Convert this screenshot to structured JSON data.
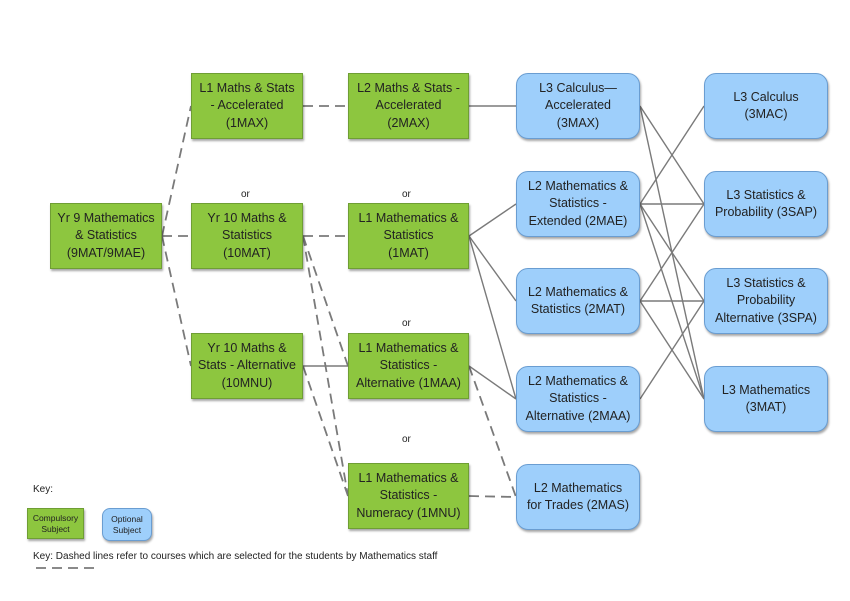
{
  "diagram": {
    "nodes": {
      "yr9": {
        "label": "Yr 9 Mathematics\n& Statistics\n(9MAT/9MAE)",
        "kind": "compulsory"
      },
      "l1_accel": {
        "label": "L1 Maths & Stats\n- Accelerated\n(1MAX)",
        "kind": "compulsory"
      },
      "yr10": {
        "label": "Yr 10 Maths &\nStatistics\n(10MAT)",
        "kind": "compulsory"
      },
      "yr10_alt": {
        "label": "Yr 10 Maths &\nStats - Alternative\n(10MNU)",
        "kind": "compulsory"
      },
      "l2_accel": {
        "label": "L2 Maths & Stats -\nAccelerated (2MAX)",
        "kind": "compulsory"
      },
      "l1_mat": {
        "label": "L1 Mathematics &\nStatistics\n(1MAT)",
        "kind": "compulsory"
      },
      "l1_maa": {
        "label": "L1 Mathematics &\nStatistics -\nAlternative (1MAA)",
        "kind": "compulsory"
      },
      "l1_mnu": {
        "label": "L1 Mathematics &\nStatistics -\nNumeracy (1MNU)",
        "kind": "compulsory"
      },
      "l3_calc_accel": {
        "label": "L3 Calculus—\nAccelerated\n(3MAX)",
        "kind": "optional"
      },
      "l2_mae": {
        "label": "L2 Mathematics &\nStatistics -\nExtended (2MAE)",
        "kind": "optional"
      },
      "l2_mat": {
        "label": "L2 Mathematics &\nStatistics (2MAT)",
        "kind": "optional"
      },
      "l2_maa": {
        "label": "L2 Mathematics &\nStatistics -\nAlternative (2MAA)",
        "kind": "optional"
      },
      "l2_mas": {
        "label": "L2 Mathematics\nfor Trades (2MAS)",
        "kind": "optional"
      },
      "l3_mac": {
        "label": "L3 Calculus\n(3MAC)",
        "kind": "optional"
      },
      "l3_sap": {
        "label": "L3 Statistics &\nProbability (3SAP)",
        "kind": "optional"
      },
      "l3_spa": {
        "label": "L3 Statistics &\nProbability\nAlternative (3SPA)",
        "kind": "optional"
      },
      "l3_mat": {
        "label": "L3 Mathematics\n(3MAT)",
        "kind": "optional"
      }
    },
    "or_labels": [
      "or",
      "or",
      "or",
      "or"
    ],
    "edges": [
      {
        "from": "yr9",
        "to": "l1_accel",
        "style": "dashed"
      },
      {
        "from": "yr9",
        "to": "yr10",
        "style": "dashed"
      },
      {
        "from": "yr9",
        "to": "yr10_alt",
        "style": "dashed"
      },
      {
        "from": "l1_accel",
        "to": "l2_accel",
        "style": "dashed"
      },
      {
        "from": "yr10",
        "to": "l1_mat",
        "style": "dashed"
      },
      {
        "from": "yr10",
        "to": "l1_maa",
        "style": "dashed"
      },
      {
        "from": "yr10",
        "to": "l1_mnu",
        "style": "dashed"
      },
      {
        "from": "yr10_alt",
        "to": "l1_maa",
        "style": "solid"
      },
      {
        "from": "yr10_alt",
        "to": "l1_mnu",
        "style": "dashed"
      },
      {
        "from": "l2_accel",
        "to": "l3_calc_accel",
        "style": "solid"
      },
      {
        "from": "l1_mat",
        "to": "l2_mae",
        "style": "solid"
      },
      {
        "from": "l1_mat",
        "to": "l2_mat",
        "style": "solid"
      },
      {
        "from": "l1_mat",
        "to": "l2_maa",
        "style": "solid"
      },
      {
        "from": "l1_maa",
        "to": "l2_maa",
        "style": "solid"
      },
      {
        "from": "l1_maa",
        "to": "l2_mas",
        "style": "dashed"
      },
      {
        "from": "l1_mnu",
        "to": "l2_mas",
        "style": "dashed"
      },
      {
        "from": "l3_calc_accel",
        "to": "l3_sap",
        "style": "solid"
      },
      {
        "from": "l3_calc_accel",
        "to": "l3_mat",
        "style": "solid"
      },
      {
        "from": "l2_mae",
        "to": "l3_mac",
        "style": "solid"
      },
      {
        "from": "l2_mae",
        "to": "l3_sap",
        "style": "solid"
      },
      {
        "from": "l2_mae",
        "to": "l3_spa",
        "style": "solid"
      },
      {
        "from": "l2_mae",
        "to": "l3_mat",
        "style": "solid"
      },
      {
        "from": "l2_mat",
        "to": "l3_sap",
        "style": "solid"
      },
      {
        "from": "l2_mat",
        "to": "l3_spa",
        "style": "solid"
      },
      {
        "from": "l2_mat",
        "to": "l3_mat",
        "style": "solid"
      },
      {
        "from": "l2_maa",
        "to": "l3_spa",
        "style": "solid"
      }
    ],
    "colors": {
      "compulsory_fill": "#8dc63f",
      "optional_fill": "#9ecffb",
      "line": "#7a7a7a"
    }
  },
  "key": {
    "title": "Key:",
    "compulsory_label": "Compulsory\nSubject",
    "optional_label": "Optional\nSubject",
    "dashed_note": "Key: Dashed lines refer to courses which are selected for the students by Mathematics staff"
  }
}
